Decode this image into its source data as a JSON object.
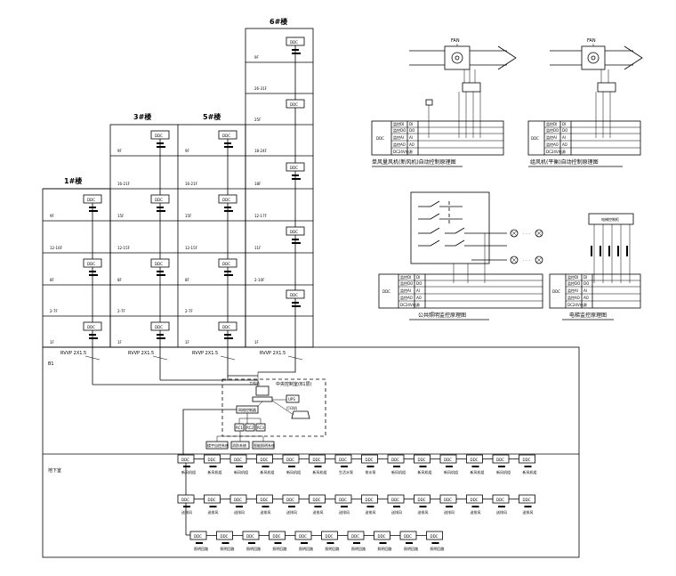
{
  "buildings": [
    {
      "label": "1#楼"
    },
    {
      "label": "3#楼"
    },
    {
      "label": "5#楼"
    },
    {
      "label": "6#楼"
    }
  ],
  "ddc_label": "DDC",
  "cable_labels": [
    "RVVP 2X1.5",
    "RVVP 2X1.5",
    "RVVP 2X1.5",
    "RVVP 2X1.5"
  ],
  "floor_labels": {
    "col1": [
      "9F",
      "12-16F",
      "8F",
      "2-7F",
      "1F"
    ],
    "col2": [
      "9F",
      "16-21F",
      "15F",
      "12-15F",
      "8F",
      "2-7F",
      "1F"
    ],
    "col3": [
      "9F",
      "16-21F",
      "15F",
      "12-15F",
      "8F",
      "2-7F",
      "1F"
    ],
    "col4": [
      "9F",
      "26-31F",
      "25F",
      "18-24F",
      "18F",
      "12-17F",
      "11F",
      "2-10F",
      "1F"
    ]
  },
  "basement_labels": {
    "b1": "B1",
    "b2": "地下室"
  },
  "control_room": {
    "title": "中央控制室(B1层)",
    "pc": "工作站",
    "ups": "UPS",
    "printer": "打印机",
    "switch": "网络控制器",
    "modules": [
      "RC1",
      "RC2",
      "RC3"
    ],
    "interfaces": [
      "楼宇自控系统",
      "消防系统",
      "智能照明系统"
    ]
  },
  "ddc_rows": {
    "row1": [
      "新风机组",
      "新风机组",
      "新风机组",
      "新风机组",
      "新风机组",
      "新风机组",
      "生活水泵",
      "排水泵",
      "新风机组",
      "新风机组",
      "新风机组",
      "新风机组",
      "新风机组",
      "新风机组"
    ],
    "row2": [
      "送排风",
      "送排风",
      "送排风",
      "送排风",
      "送排风",
      "送排风",
      "送排风",
      "送排风",
      "送排风",
      "送排风",
      "送排风",
      "送排风",
      "送排风",
      "送排风"
    ],
    "row3": [
      "照明回路",
      "照明回路",
      "照明回路",
      "照明回路",
      "照明回路",
      "照明回路",
      "照明回路",
      "照明回路",
      "照明回路",
      "照明回路"
    ]
  },
  "diagrams": {
    "fan_single": {
      "title": "单风量风机(新风机)自动控制原理图",
      "fan_tag": "FAN"
    },
    "fan_double": {
      "title": "组风机(平衡)自动控制原理图",
      "fan_tag": "FAN"
    },
    "lighting": {
      "title": "公共照明监控原理图"
    },
    "elevator": {
      "title": "电梯监控原理图",
      "panel": "电梯控制柜"
    }
  },
  "point_tables": {
    "labels": [
      "监控DI",
      "监控DO",
      "监控AI",
      "监控AO",
      "DC24V电源"
    ],
    "codes": [
      "DI",
      "DO",
      "AI",
      "AO"
    ],
    "ddc": "DDC"
  }
}
